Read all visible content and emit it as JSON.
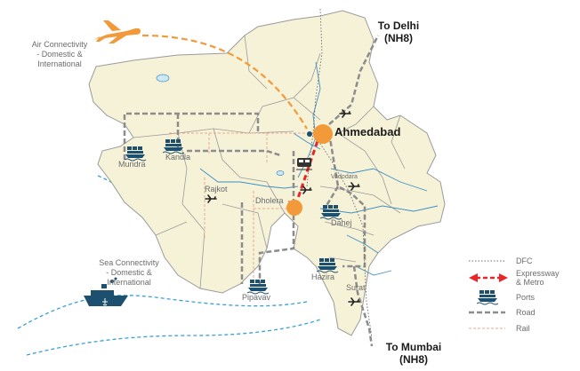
{
  "map": {
    "connectivity": {
      "air": {
        "line1": "Air Connectivity",
        "line2": "- Domestic &",
        "line3": "International"
      },
      "sea": {
        "line1": "Sea Connectivity",
        "line2": "- Domestic &",
        "line3": "International"
      }
    },
    "highways": {
      "north": {
        "line1": "To Delhi",
        "line2": "(NH8)"
      },
      "south": {
        "line1": "To Mumbai",
        "line2": "(NH8)"
      }
    },
    "cities": {
      "ahmedabad": "Ahmedabad",
      "mundra": "Mundra",
      "kandla": "Kandla",
      "rajkot": "Rajkot",
      "dholera": "Dholera",
      "vadodara": "Vadodara",
      "dahej": "Dahej",
      "hazira": "Hazira",
      "surat": "Surat",
      "pipavav": "Pipavav"
    },
    "colors": {
      "land": "#f6f2d8",
      "border": "#9a9a9a",
      "rivers": "#3f8fc4",
      "sea": "#3aa0d6",
      "hub": "#f29a3a",
      "expressway": "#e8262a",
      "road": "#8c8c8c",
      "rail": "#f1a58a",
      "dfc": "#7a7a7a",
      "port_icon": "#1d4f6e",
      "plane": "#f29a3a"
    }
  },
  "legend": {
    "items": [
      {
        "icon": "dfc-line-icon",
        "label": "DFC"
      },
      {
        "icon": "expressway-arrow-icon",
        "label": "Expressway",
        "label2": "& Metro"
      },
      {
        "icon": "port-ship-icon",
        "label": "Ports"
      },
      {
        "icon": "road-line-icon",
        "label": "Road"
      },
      {
        "icon": "rail-line-icon",
        "label": "Rail"
      }
    ]
  }
}
